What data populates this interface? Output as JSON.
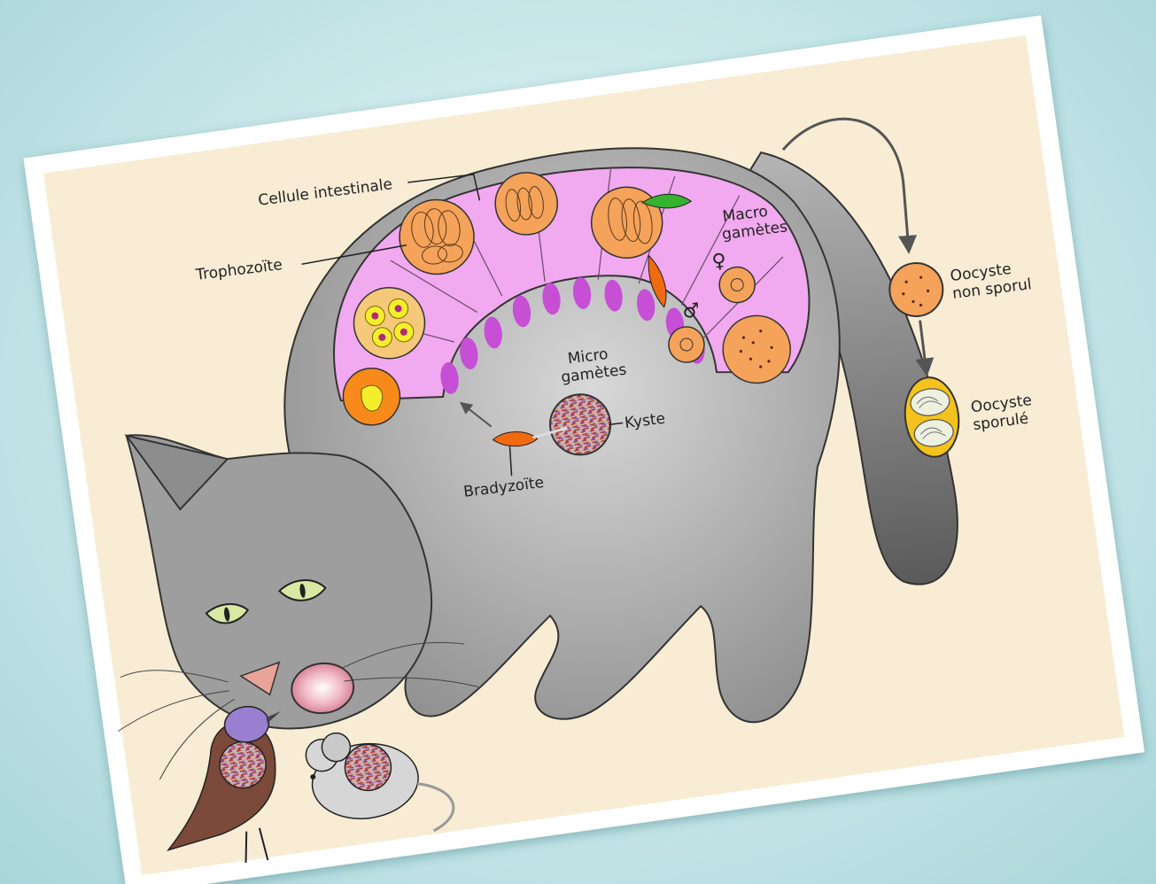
{
  "labels": {
    "cellule_intestinale": "Cellule intestinale",
    "trophozoite": "Trophozoïte",
    "macro_gametes_1": "Macro",
    "macro_gametes_2": "gamètes",
    "micro_gametes_1": "Micro",
    "micro_gametes_2": "gamètes",
    "kyste": "Kyste",
    "bradyzoite": "Bradyzoïte",
    "oocyste_non_sporule_1": "Oocyste",
    "oocyste_non_sporule_2": "non sporul",
    "oocyste_sporule_1": "Oocyste",
    "oocyste_sporule_2": "sporulé",
    "female_symbol": "♀",
    "male_symbol": "♂"
  },
  "colors": {
    "background": "#cfeaec",
    "paper": "#f8ecd4",
    "cat_body": "#9b9b9b",
    "intestine": "#f1a9ef",
    "nucleus": "#c64fd6",
    "oocyst": "#f5a25a",
    "sporulated": "#f4c21c"
  }
}
